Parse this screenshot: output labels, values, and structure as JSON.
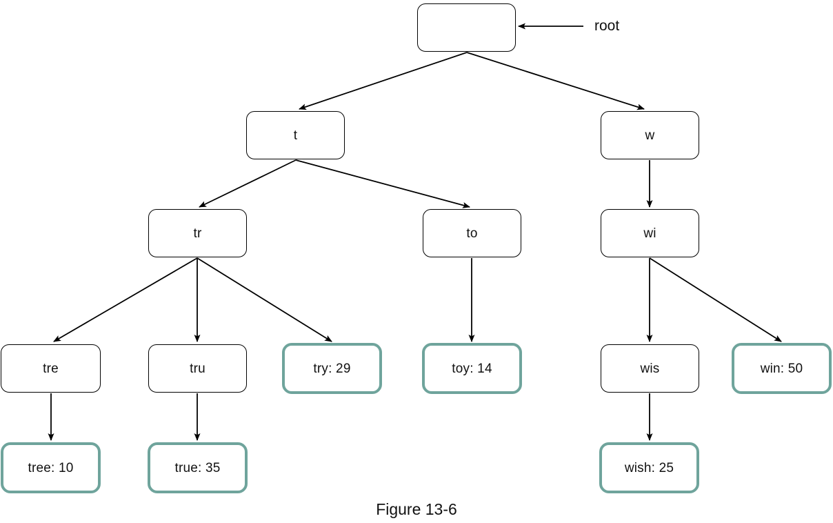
{
  "figure": {
    "caption": "Figure 13-6",
    "annotation": {
      "root_label": "root"
    },
    "colors": {
      "terminal_border": "#6fa49c",
      "internal_border": "#000000",
      "edge": "#000000",
      "background": "#ffffff",
      "text": "#111111"
    }
  },
  "nodes": {
    "root": {
      "label": "",
      "type": "internal"
    },
    "t": {
      "label": "t",
      "type": "internal"
    },
    "w": {
      "label": "w",
      "type": "internal"
    },
    "tr": {
      "label": "tr",
      "type": "internal"
    },
    "to": {
      "label": "to",
      "type": "internal"
    },
    "wi": {
      "label": "wi",
      "type": "internal"
    },
    "tre": {
      "label": "tre",
      "type": "internal"
    },
    "tru": {
      "label": "tru",
      "type": "internal"
    },
    "try": {
      "label": "try: 29",
      "type": "terminal",
      "key": "try",
      "value": 29
    },
    "toy": {
      "label": "toy: 14",
      "type": "terminal",
      "key": "toy",
      "value": 14
    },
    "wis": {
      "label": "wis",
      "type": "internal"
    },
    "win": {
      "label": "win: 50",
      "type": "terminal",
      "key": "win",
      "value": 50
    },
    "tree": {
      "label": "tree: 10",
      "type": "terminal",
      "key": "tree",
      "value": 10
    },
    "true": {
      "label": "true: 35",
      "type": "terminal",
      "key": "true",
      "value": 35
    },
    "wish": {
      "label": "wish: 25",
      "type": "terminal",
      "key": "wish",
      "value": 25
    }
  },
  "edges": [
    {
      "from": "root",
      "to": "t"
    },
    {
      "from": "root",
      "to": "w"
    },
    {
      "from": "t",
      "to": "tr"
    },
    {
      "from": "t",
      "to": "to"
    },
    {
      "from": "w",
      "to": "wi"
    },
    {
      "from": "tr",
      "to": "tre"
    },
    {
      "from": "tr",
      "to": "tru"
    },
    {
      "from": "tr",
      "to": "try"
    },
    {
      "from": "to",
      "to": "toy"
    },
    {
      "from": "wi",
      "to": "wis"
    },
    {
      "from": "wi",
      "to": "win"
    },
    {
      "from": "tre",
      "to": "tree"
    },
    {
      "from": "tru",
      "to": "true"
    },
    {
      "from": "wis",
      "to": "wish"
    }
  ]
}
